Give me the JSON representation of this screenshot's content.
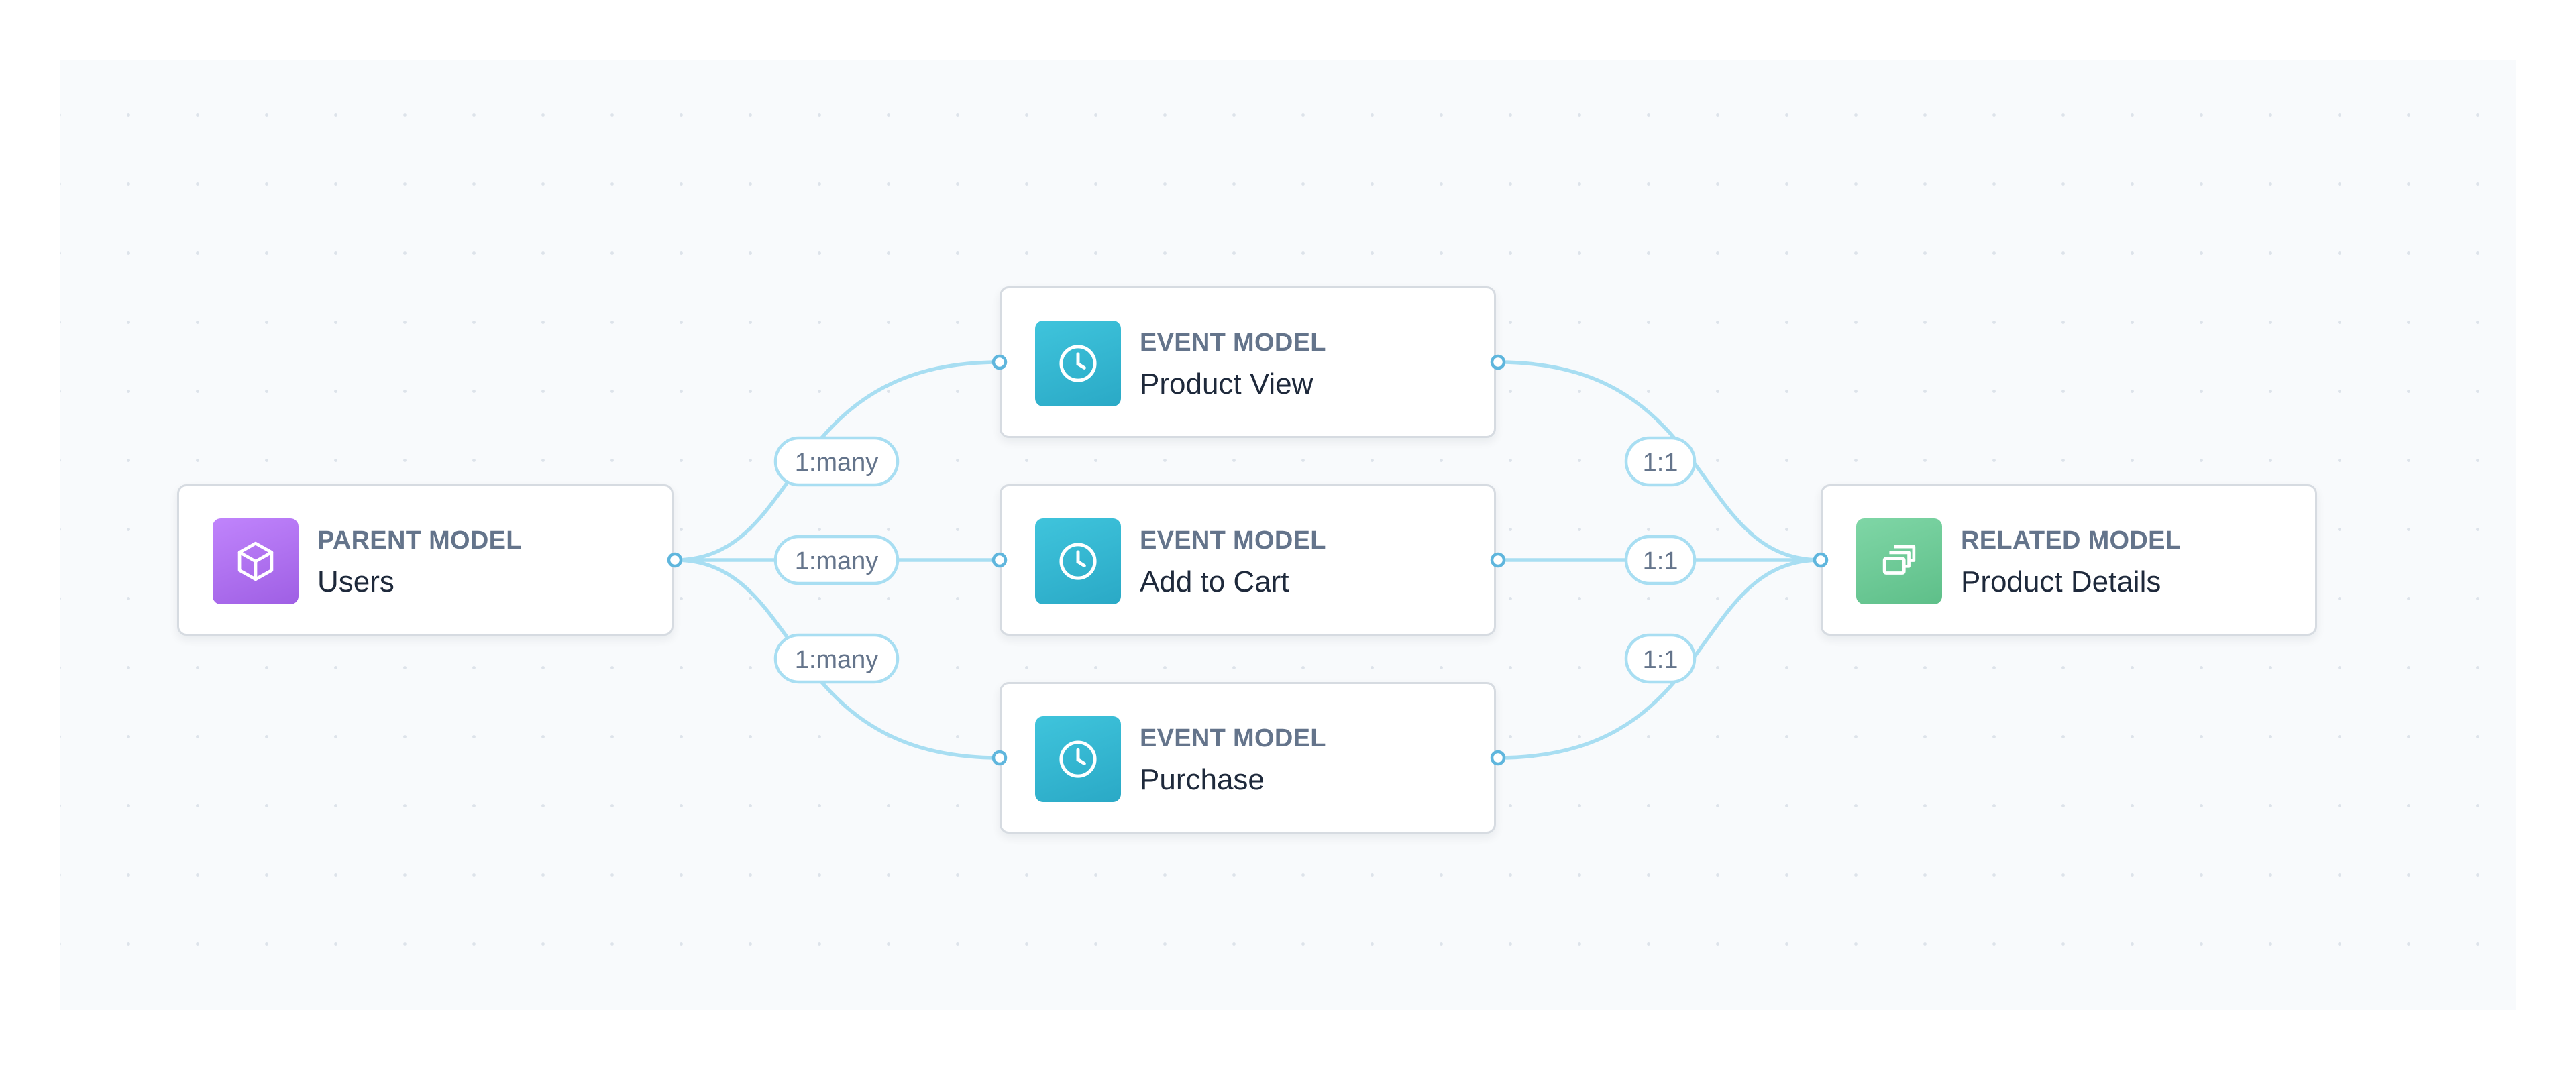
{
  "nodes": {
    "users": {
      "kind": "PARENT MODEL",
      "name": "Users",
      "icon": "cube-icon",
      "color": "#a86ef0"
    },
    "product_view": {
      "kind": "EVENT MODEL",
      "name": "Product View",
      "icon": "clock-icon",
      "color": "#35b7d1"
    },
    "add_to_cart": {
      "kind": "EVENT MODEL",
      "name": "Add to Cart",
      "icon": "clock-icon",
      "color": "#35b7d1"
    },
    "purchase": {
      "kind": "EVENT MODEL",
      "name": "Purchase",
      "icon": "clock-icon",
      "color": "#35b7d1"
    },
    "product_details": {
      "kind": "RELATED MODEL",
      "name": "Product Details",
      "icon": "layers-icon",
      "color": "#6ecb98"
    }
  },
  "edges": {
    "users_product_view": "1:many",
    "users_add_to_cart": "1:many",
    "users_purchase": "1:many",
    "product_view_details": "1:1",
    "add_to_cart_details": "1:1",
    "purchase_details": "1:1"
  },
  "colors": {
    "edge": "#a8def2",
    "port": "#5fb6dd",
    "canvas": "#f8fafc"
  }
}
